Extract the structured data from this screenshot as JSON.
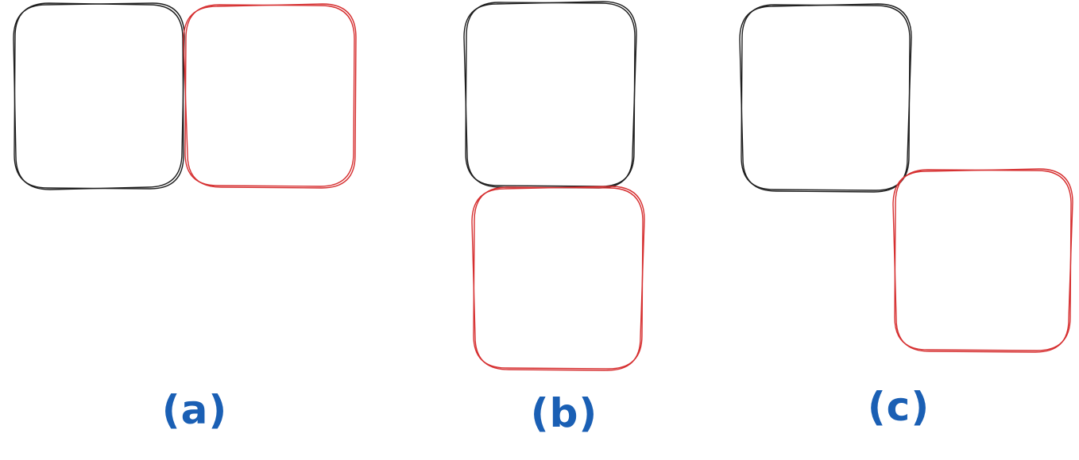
{
  "colors": {
    "primary_box": "#1e1e1e",
    "secondary_box": "#d63031",
    "caption": "#1a5fb4"
  },
  "diagrams": [
    {
      "caption": "(a)",
      "arrangement": "side-by-side"
    },
    {
      "caption": "(b)",
      "arrangement": "stacked"
    },
    {
      "caption": "(c)",
      "arrangement": "diagonal-offset"
    }
  ]
}
